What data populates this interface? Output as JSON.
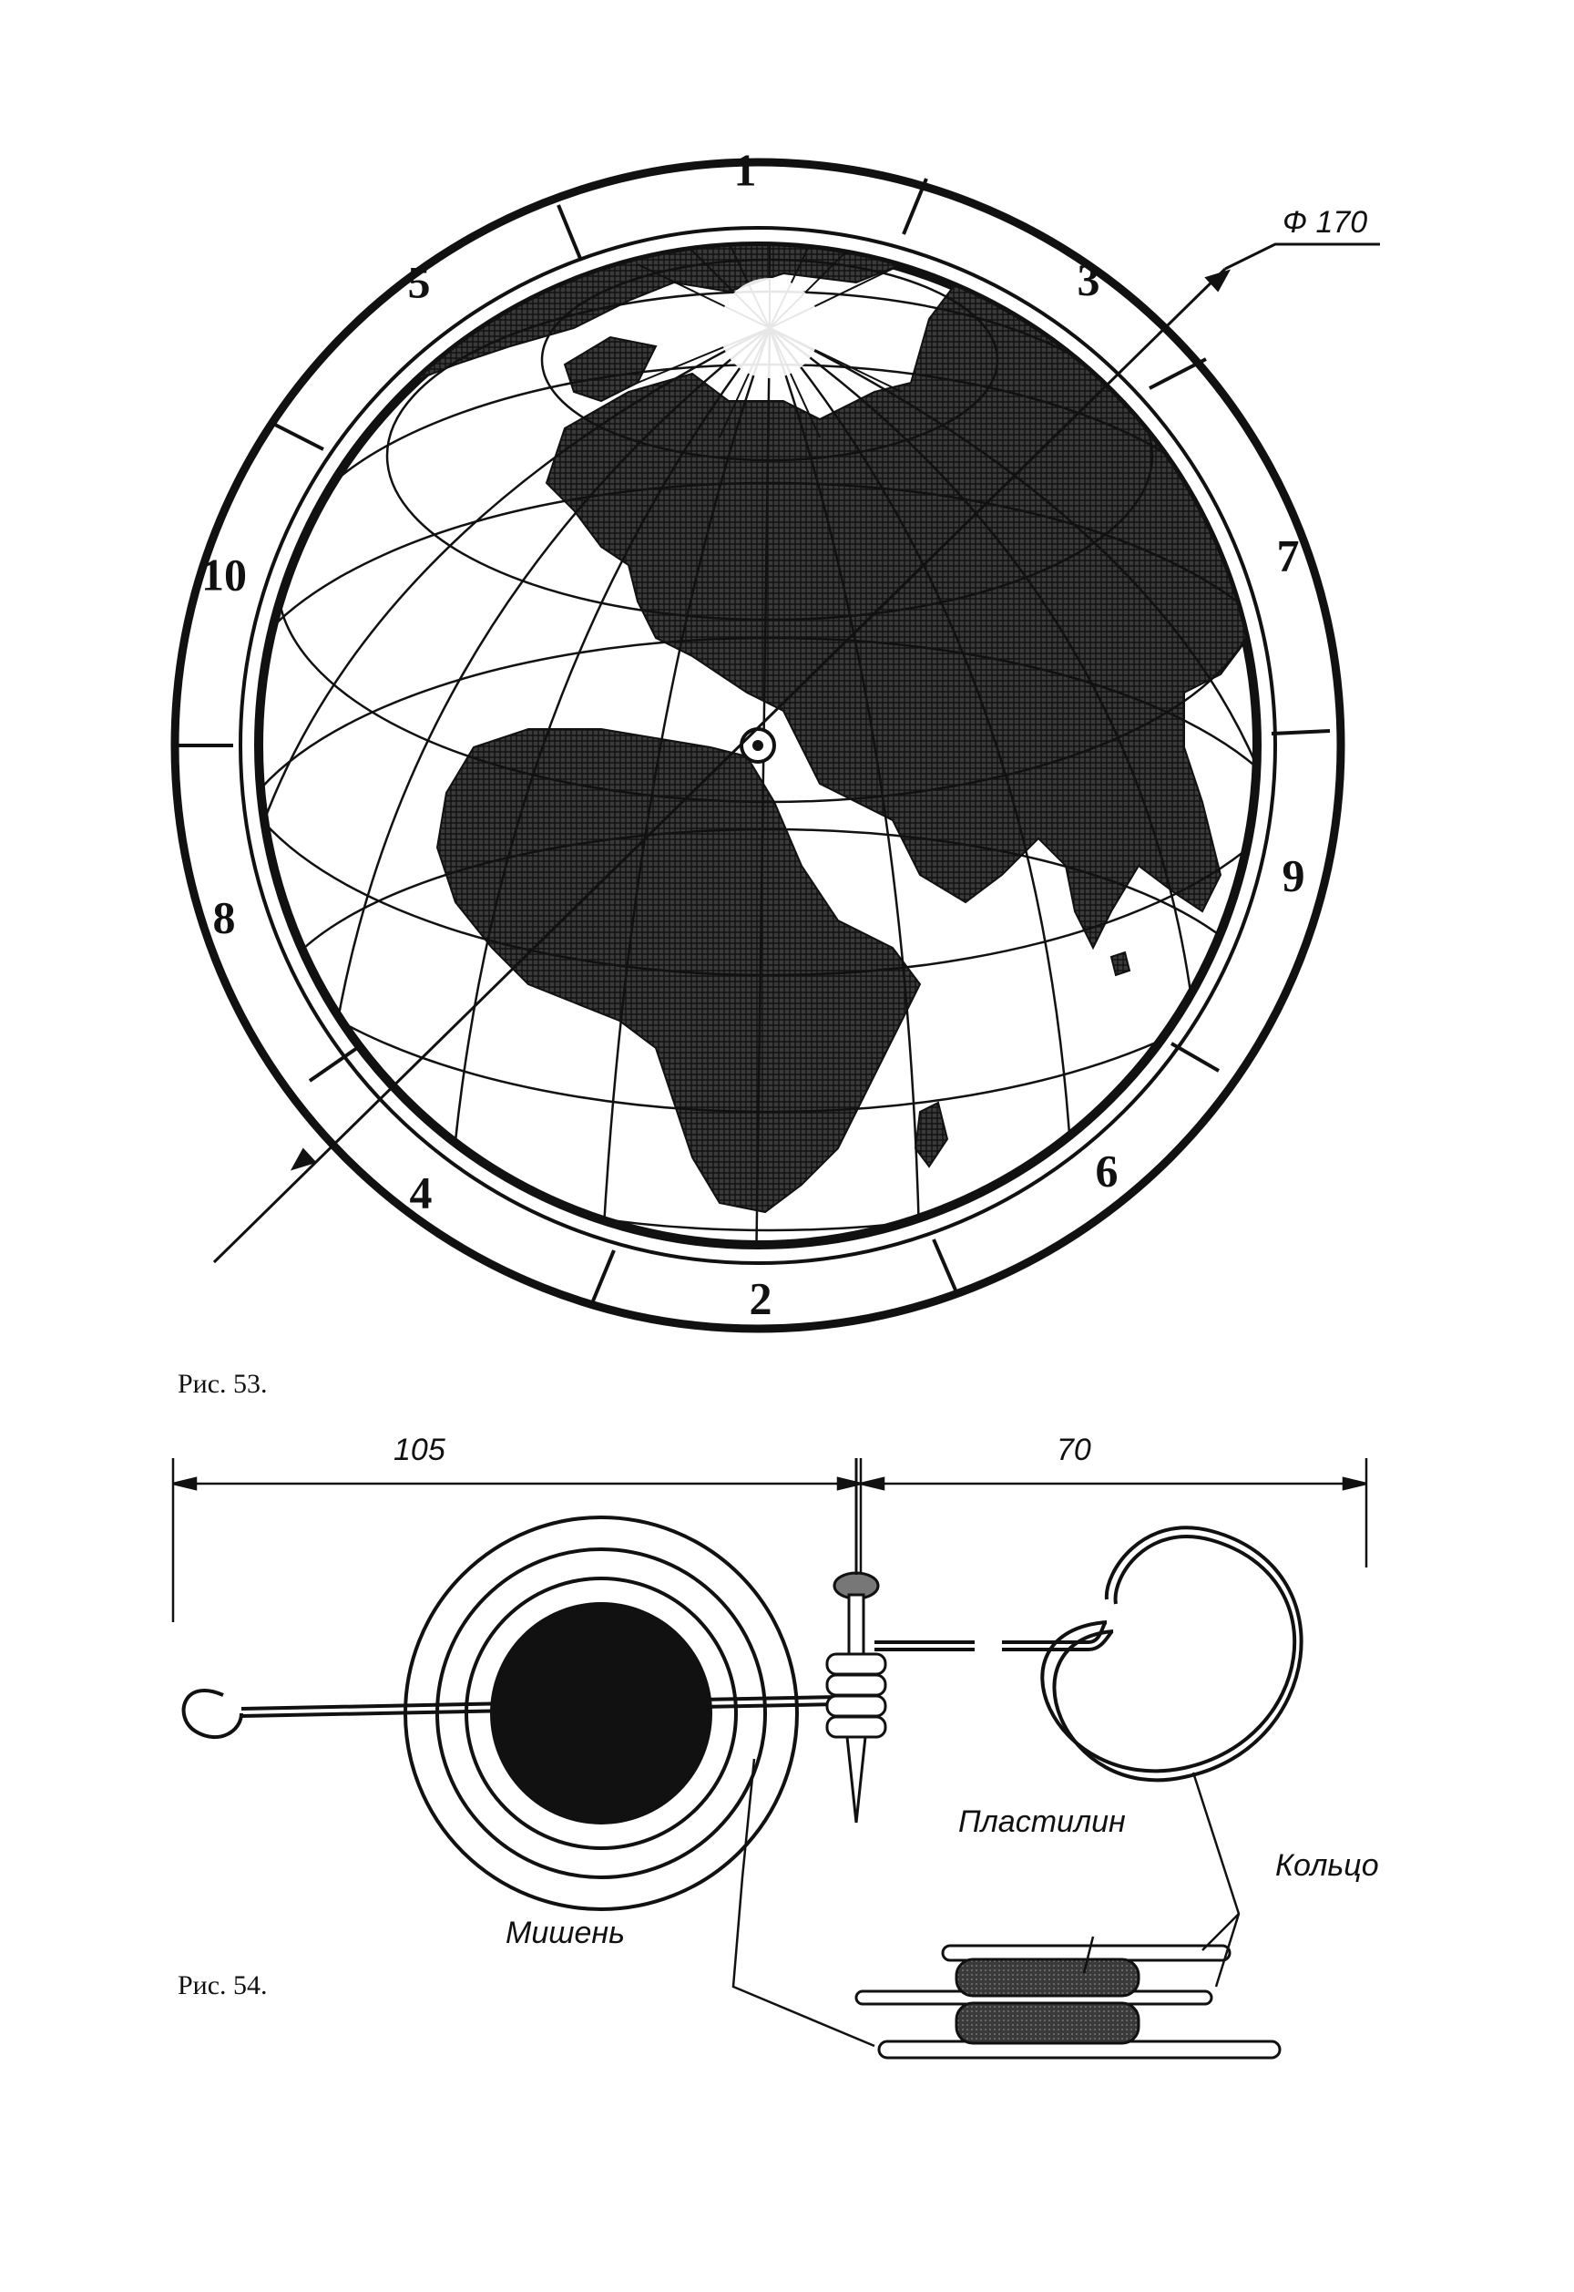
{
  "figure53": {
    "caption": "Рис. 53.",
    "diameter_label": "Ф 170",
    "sector_numbers": [
      "1",
      "2",
      "3",
      "4",
      "5",
      "6",
      "7",
      "8",
      "9",
      "10"
    ]
  },
  "figure54": {
    "caption": "Рис. 54.",
    "dim_left": "105",
    "dim_right": "70",
    "label_target": "Мишень",
    "label_plasticine": "Пластилин",
    "label_ring": "Кольцо"
  },
  "colors": {
    "ink": "#111111",
    "land": "#2b2b2b",
    "paper": "#ffffff"
  }
}
